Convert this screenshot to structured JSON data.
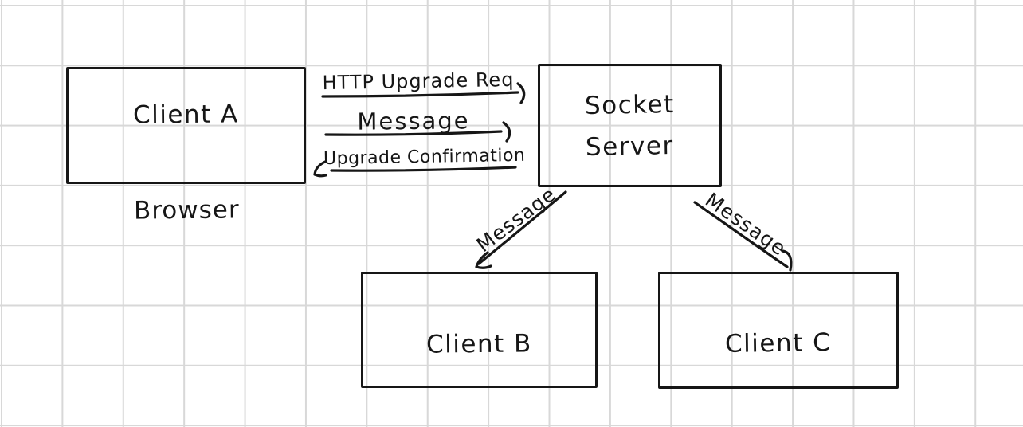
{
  "diagram": {
    "background": "#ffffff",
    "grid_color": "#d8d8d8",
    "ink_color": "#161616"
  },
  "nodes": {
    "client_a": {
      "label": "Client A",
      "caption": "Browser"
    },
    "socket_server": {
      "line1": "Socket",
      "line2": "Server"
    },
    "client_b": {
      "label": "Client B"
    },
    "client_c": {
      "label": "Client C"
    }
  },
  "edges": {
    "http_upgrade": {
      "label": "HTTP Upgrade Req"
    },
    "message_upstream": {
      "label": "Message"
    },
    "upgrade_confirmation": {
      "label": "Upgrade Confirmation"
    },
    "message_to_b": {
      "label": "Message"
    },
    "message_to_c": {
      "label": "Message"
    }
  }
}
